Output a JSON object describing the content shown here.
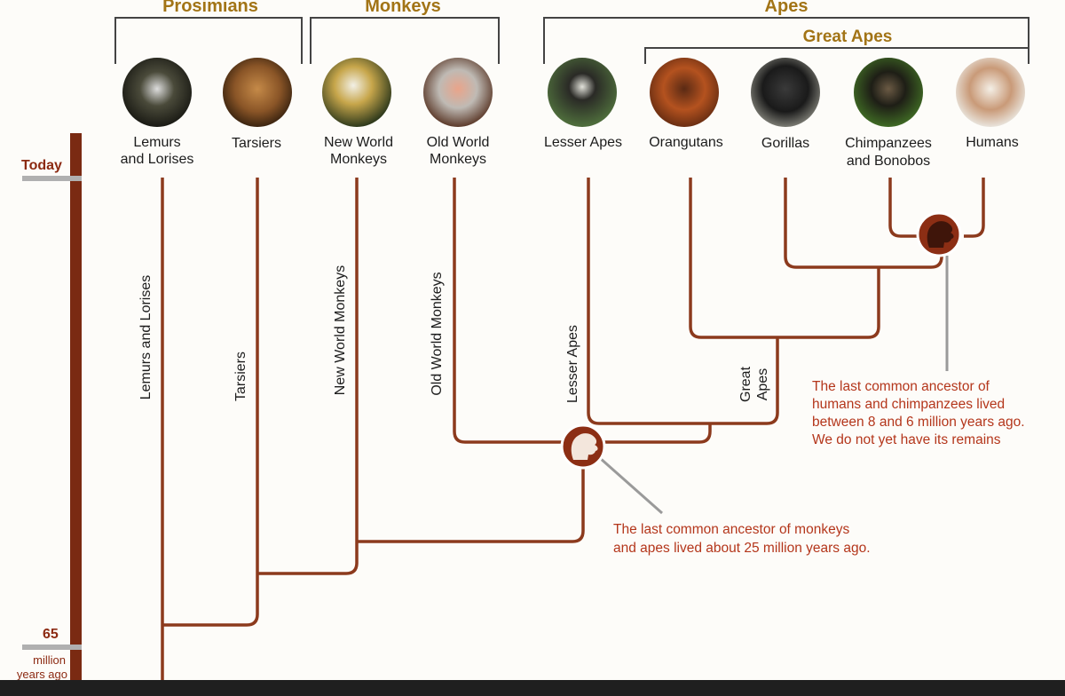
{
  "groups": {
    "prosimians": "Prosimians",
    "monkeys": "Monkeys",
    "apes": "Apes",
    "great_apes": "Great Apes"
  },
  "species": [
    {
      "line1": "Lemurs",
      "line2": "and Lorises",
      "icon": "lemur-photo"
    },
    {
      "line1": "Tarsiers",
      "line2": "",
      "icon": "tarsier-photo"
    },
    {
      "line1": "New World",
      "line2": "Monkeys",
      "icon": "squirrel-monkey-photo"
    },
    {
      "line1": "Old World",
      "line2": "Monkeys",
      "icon": "langur-photo"
    },
    {
      "line1": "Lesser Apes",
      "line2": "",
      "icon": "gibbon-photo"
    },
    {
      "line1": "Orangutans",
      "line2": "",
      "icon": "orangutan-photo"
    },
    {
      "line1": "Gorillas",
      "line2": "",
      "icon": "gorilla-photo"
    },
    {
      "line1": "Chimpanzees",
      "line2": "and Bonobos",
      "icon": "chimpanzee-photo"
    },
    {
      "line1": "Humans",
      "line2": "",
      "icon": "humans-photo"
    }
  ],
  "branch_labels": {
    "lemurs": "Lemurs and Lorises",
    "tarsiers": "Tarsiers",
    "new_world": "New World Monkeys",
    "old_world": "Old World Monkeys",
    "lesser_apes": "Lesser Apes",
    "great_apes_1": "Great",
    "great_apes_2": "Apes"
  },
  "timeline": {
    "today": "Today",
    "value": "65",
    "unit_1": "million",
    "unit_2": "years ago"
  },
  "notes": {
    "monkeys_apes": [
      "The last common ancestor of monkeys",
      "and apes lived about 25 million years ago."
    ],
    "humans_chimps": [
      "The last common ancestor of",
      "humans and chimpanzees lived",
      "between 8 and 6 million years ago.",
      "We do not yet have its remains"
    ]
  },
  "colors": {
    "tree": "#8c3a1d",
    "group_title": "#a27416",
    "note": "#b4361b",
    "ancestor_icon": "head-silhouette-icon"
  }
}
